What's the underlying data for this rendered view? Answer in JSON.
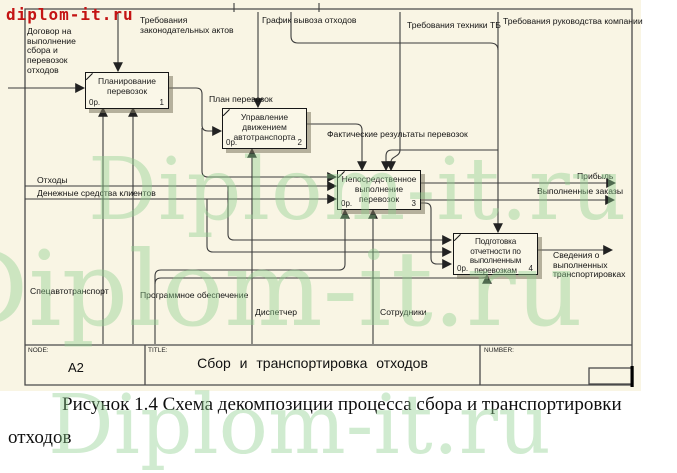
{
  "watermarks": {
    "red": "diplom-it.ru",
    "green": "Diplom-it.ru"
  },
  "colors": {
    "paper": "#f9f5e4",
    "line": "#3c3c3c",
    "watermark_red": "#c41414",
    "watermark_green": "#8fcf8f"
  },
  "diagram": {
    "boxes": [
      {
        "title": "Планирование перевозок",
        "cost": "0р.",
        "num": "1"
      },
      {
        "title": "Управление движением автотранспорта",
        "cost": "0р.",
        "num": "2"
      },
      {
        "title": "Непосредственное выполнение перевозок",
        "cost": "0р.",
        "num": "3"
      },
      {
        "title": "Подготовка отчетности по выполненным перевозкам",
        "cost": "0р.",
        "num": "4"
      }
    ],
    "labels": [
      "Договор на выполнение сбора и перевозок отходов",
      "Требования законодательных актов",
      "График вывоза отходов",
      "Требования техники ТБ",
      "Требования руководства компании",
      "План перевозок",
      "Фактические результаты перевозок",
      "Отходы",
      "Денежные средства клиентов",
      "Прибыль",
      "Выполненные заказы",
      "Сведения о выполненных транспортировках",
      "Спецавтотранспорт",
      "Программное обеспечение",
      "Диспетчер",
      "Сотрудники"
    ]
  },
  "node_bar": {
    "node_label": "NODE:",
    "node_value": "A2",
    "title_label": "TITLE:",
    "title_value": "Сбор и транспортировка отходов",
    "number_label": "NUMBER:"
  },
  "caption": {
    "line1": "Рисунок 1.4 Схема декомпозиции процесса сбора и транспортировки",
    "line2": "отходов"
  }
}
